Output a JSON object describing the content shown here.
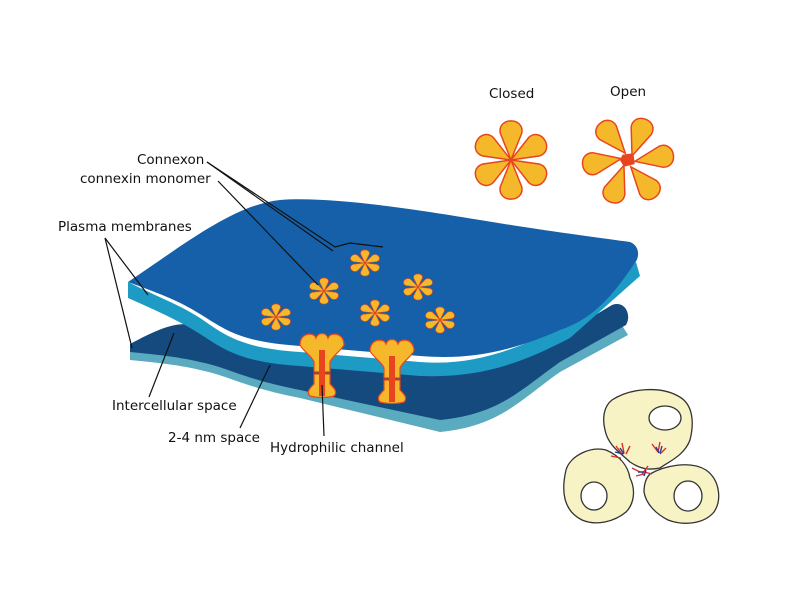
{
  "labels": {
    "connexon": "Connexon",
    "connexin_monomer": "connexin monomer",
    "plasma_membranes": "Plasma membranes",
    "intercellular_space": "Intercellular space",
    "space_2_4nm": "2-4 nm space",
    "hydrophilic_channel": "Hydrophilic channel",
    "closed": "Closed",
    "open": "Open"
  },
  "colors": {
    "membrane_top": "#1560a8",
    "membrane_top_edge": "#1d9bc4",
    "membrane_bottom": "#154a7e",
    "membrane_bottom_edge": "#5aabbf",
    "connexin_fill": "#f5b82a",
    "connexin_stroke": "#e8451e",
    "pore": "#e8451e",
    "cell_fill": "#f7f3c4",
    "cell_stroke": "#333333",
    "cell_mark_red": "#d9302a",
    "cell_mark_blue": "#2a3a9a"
  }
}
